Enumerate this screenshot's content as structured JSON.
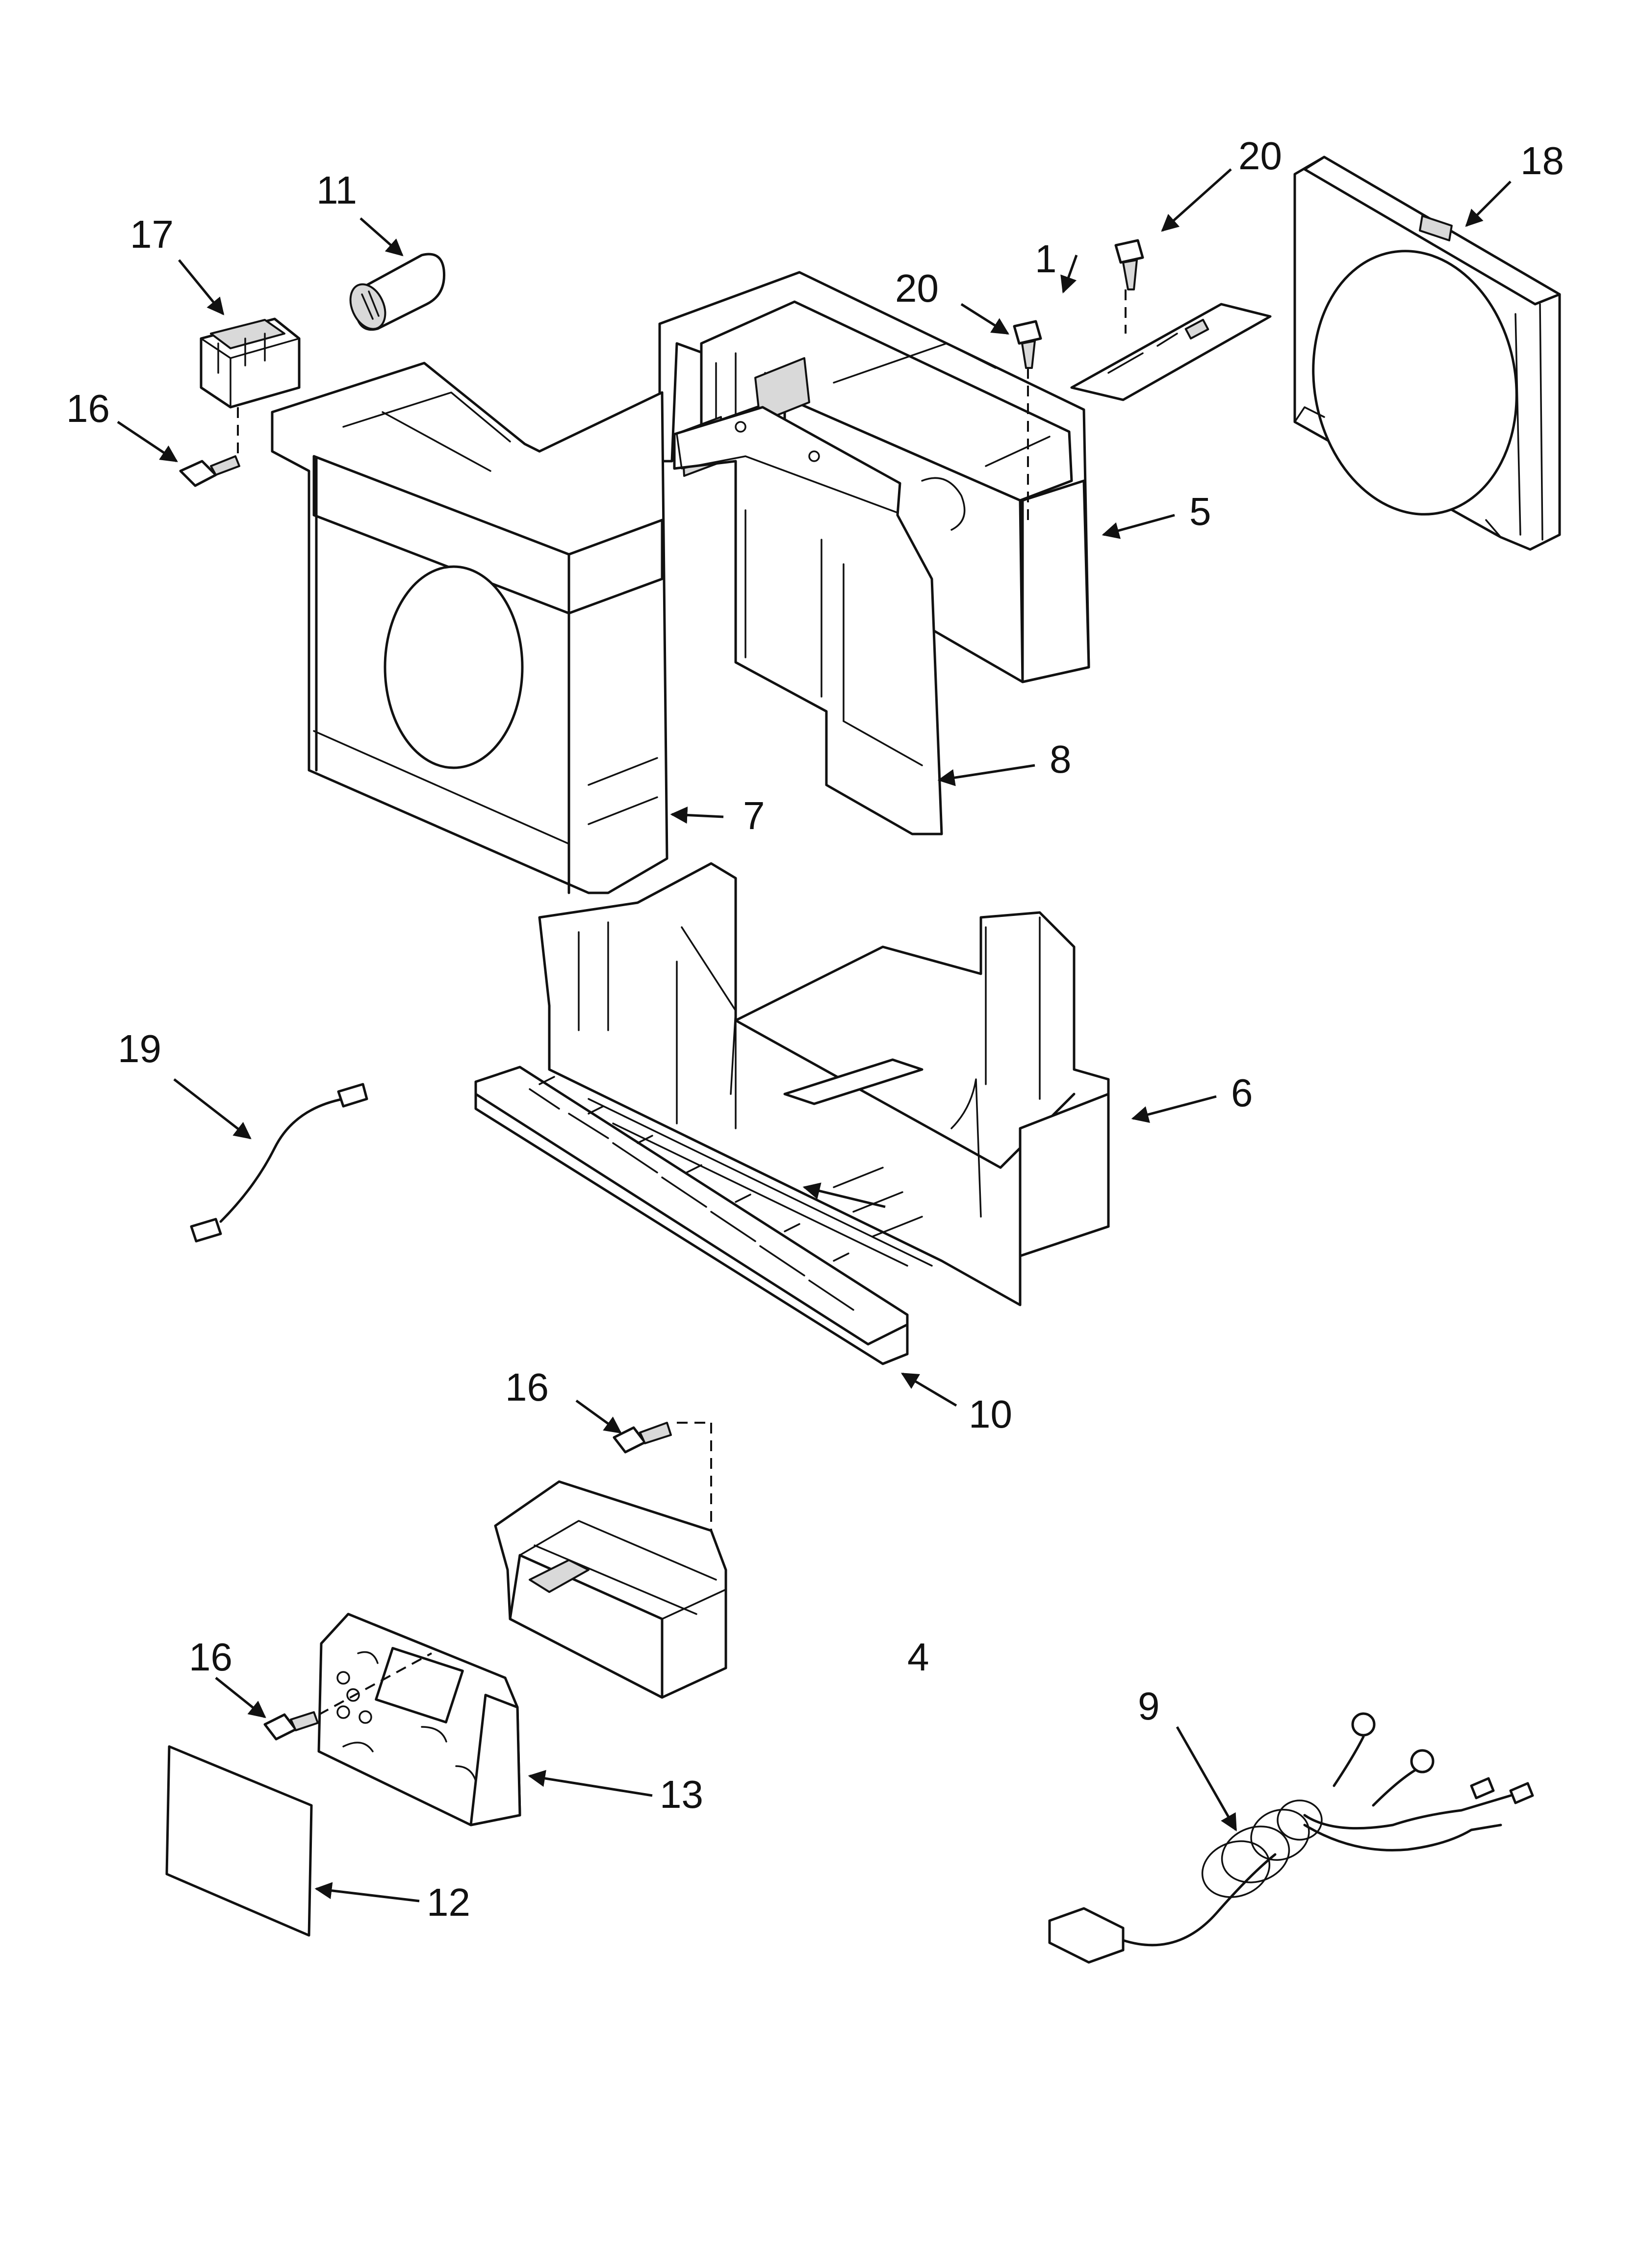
{
  "parts": [
    {
      "id": "part-1",
      "number": "1"
    },
    {
      "id": "part-4",
      "number": "4"
    },
    {
      "id": "part-5",
      "number": "5"
    },
    {
      "id": "part-6",
      "number": "6"
    },
    {
      "id": "part-7",
      "number": "7"
    },
    {
      "id": "part-8",
      "number": "8"
    },
    {
      "id": "part-9",
      "number": "9"
    },
    {
      "id": "part-10",
      "number": "10"
    },
    {
      "id": "part-11",
      "number": "11"
    },
    {
      "id": "part-12",
      "number": "12"
    },
    {
      "id": "part-13",
      "number": "13"
    },
    {
      "id": "part-16a",
      "number": "16"
    },
    {
      "id": "part-16b",
      "number": "16"
    },
    {
      "id": "part-16c",
      "number": "16"
    },
    {
      "id": "part-17",
      "number": "17"
    },
    {
      "id": "part-18",
      "number": "18"
    },
    {
      "id": "part-19",
      "number": "19"
    },
    {
      "id": "part-20a",
      "number": "20"
    },
    {
      "id": "part-20b",
      "number": "20"
    }
  ]
}
